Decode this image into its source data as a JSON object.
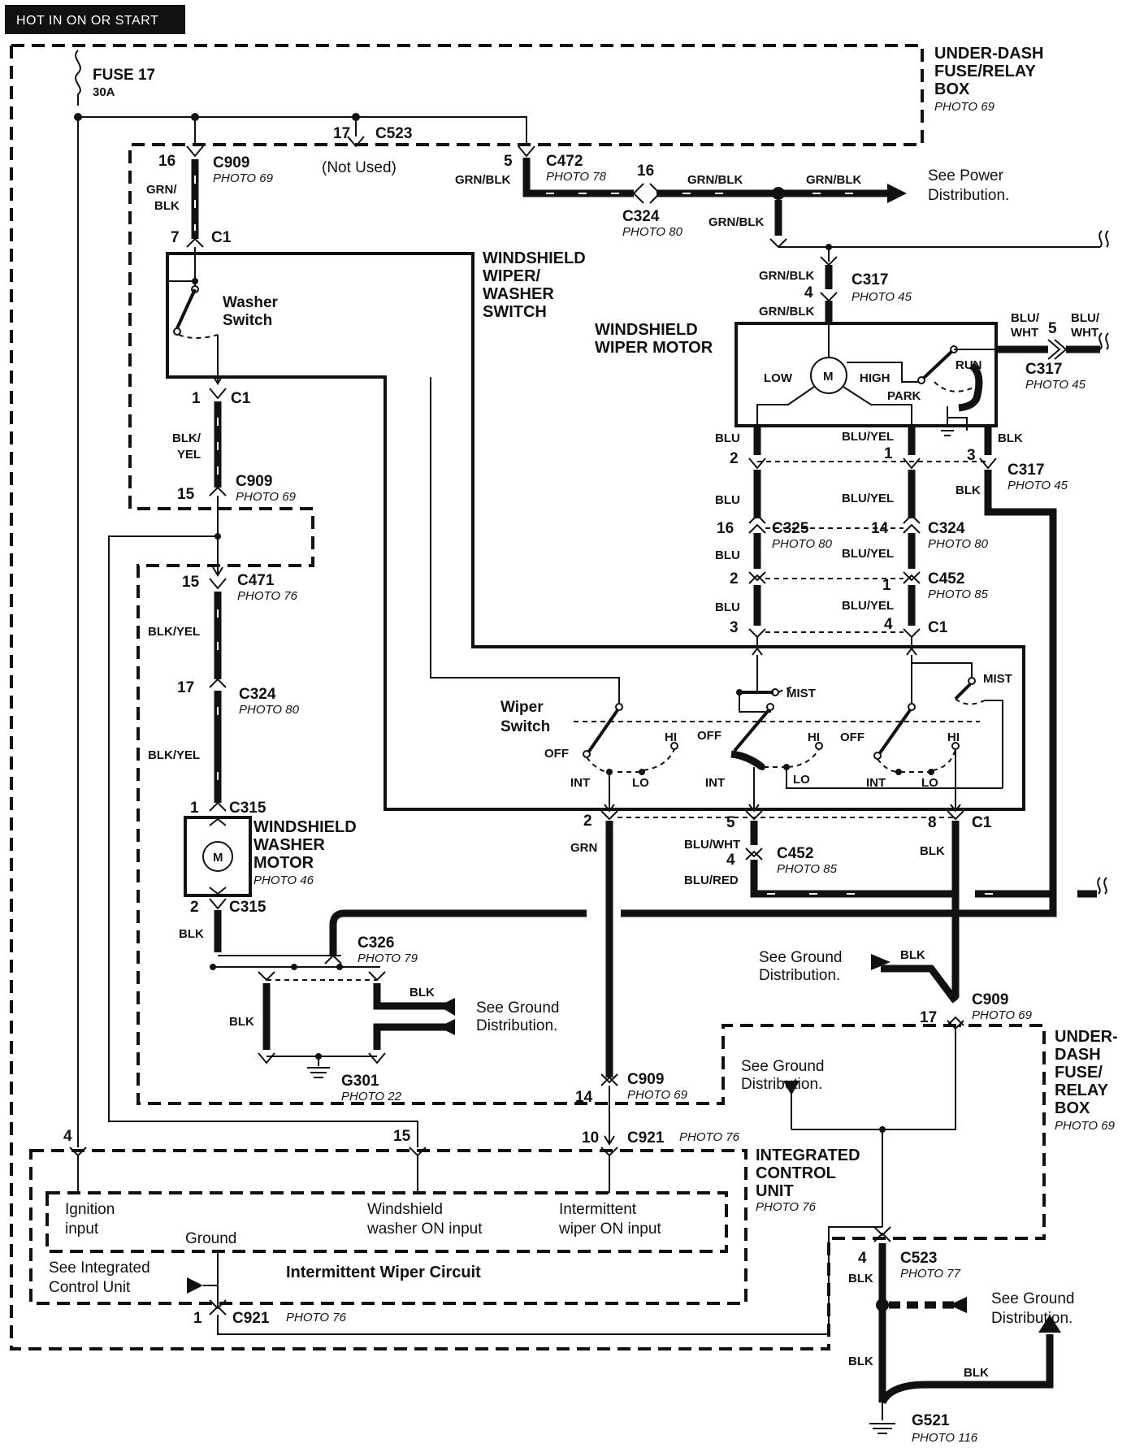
{
  "header": {
    "text": "HOT IN ON OR START"
  },
  "fuse": {
    "name": "FUSE 17",
    "rating": "30A"
  },
  "boxes": {
    "underdash_top": [
      "UNDER-DASH",
      "FUSE/RELAY",
      "BOX"
    ],
    "underdash_top_photo": "PHOTO 69",
    "underdash_right": [
      "UNDER-",
      "DASH",
      "FUSE/",
      "RELAY",
      "BOX"
    ],
    "underdash_right_photo": "PHOTO 69",
    "wiper_switch_title": [
      "WINDSHIELD",
      "WIPER/",
      "WASHER",
      "SWITCH"
    ],
    "washer_switch": [
      "Washer",
      "Switch"
    ],
    "wiper_switch": [
      "Wiper",
      "Switch"
    ],
    "wiper_motor": [
      "WINDSHIELD",
      "WIPER MOTOR"
    ],
    "washer_motor": [
      "WINDSHIELD",
      "WASHER",
      "MOTOR"
    ],
    "washer_motor_photo": "PHOTO 46",
    "icu": [
      "INTEGRATED",
      "CONTROL",
      "UNIT"
    ],
    "icu_photo": "PHOTO 76",
    "intermittent": "Intermittent Wiper Circuit"
  },
  "icu_inputs": {
    "ignition": [
      "Ignition",
      "input"
    ],
    "washer": [
      "Windshield",
      "washer ON input"
    ],
    "intermittent": [
      "Intermittent",
      "wiper ON  input"
    ],
    "ground": "Ground",
    "see_icu": [
      "See Integrated",
      "Control Unit"
    ]
  },
  "connectors": {
    "c909_top": "C909",
    "c909_top_photo": "PHOTO 69",
    "c909_top_pin": "16",
    "c523_top": "C523",
    "c523_top_pin": "17",
    "not_used": "(Not Used)",
    "c472": "C472",
    "c472_photo": "PHOTO 78",
    "c472_pin": "5",
    "c324_top": "C324",
    "c324_top_photo": "PHOTO 80",
    "c324_top_pin": "16",
    "c1_a": "C1",
    "c1_a_pin": "7",
    "c1_b": "C1",
    "c1_b_pin": "1",
    "c909_mid": "C909",
    "c909_mid_photo": "PHOTO 69",
    "c909_mid_pin": "15",
    "c471": "C471",
    "c471_photo": "PHOTO 76",
    "c471_pin": "15",
    "c324_left": "C324",
    "c324_left_photo": "PHOTO 80",
    "c324_left_pin": "17",
    "c315_a": "C315",
    "c315_a_pin": "1",
    "c315_b": "C315",
    "c315_b_pin": "2",
    "c326": "C326",
    "c326_photo": "PHOTO 79",
    "g301": "G301",
    "g301_photo": "PHOTO 22",
    "c317_a": "C317",
    "c317_a_photo": "PHOTO 45",
    "c317_a_pin": "4",
    "c317_b": "C317",
    "c317_b_photo": "PHOTO 45",
    "c317_b_pin": "5",
    "c317_c": "C317",
    "c317_c_photo": "PHOTO 45",
    "c317_pins": [
      "2",
      "1",
      "3"
    ],
    "c325": "C325",
    "c325_photo": "PHOTO 80",
    "c325_pin": "16",
    "c324_r": "C324",
    "c324_r_photo": "PHOTO 80",
    "c324_r_pin": "14",
    "c452_a": "C452",
    "c452_a_photo": "PHOTO 85",
    "c452_a_pins": [
      "2",
      "1"
    ],
    "c1_c": "C1",
    "c1_c_pins": [
      "3",
      "4"
    ],
    "c1_d": "C1",
    "c1_d_pins": [
      "2",
      "5",
      "8"
    ],
    "c452_b": "C452",
    "c452_b_photo": "PHOTO 85",
    "c452_b_pin": "4",
    "c909_bot": "C909",
    "c909_bot_photo": "PHOTO 69",
    "c909_bot_pin": "14",
    "c921_top": "C921",
    "c921_top_photo": "PHOTO 76",
    "c921_top_pin": "10",
    "c909_right": "C909",
    "c909_right_photo": "PHOTO 69",
    "c909_right_pin": "17",
    "c921_bot": "C921",
    "c921_bot_photo": "PHOTO 76",
    "c921_bot_pin": "1",
    "icu_pins": [
      "4",
      "15"
    ],
    "c523_bot": "C523",
    "c523_bot_photo": "PHOTO 77",
    "c523_bot_pin": "4",
    "g521": "G521",
    "g521_photo": "PHOTO 116"
  },
  "wires": {
    "grn_blk": "GRN/BLK",
    "grn_blk_split": [
      "GRN/",
      "BLK"
    ],
    "blk_yel": "BLK/YEL",
    "blk_yel_split": [
      "BLK/",
      "YEL"
    ],
    "blu": "BLU",
    "blu_yel": "BLU/YEL",
    "blu_wht": "BLU/WHT",
    "blu_wht_split": [
      "BLU/",
      "WHT"
    ],
    "blu_red": "BLU/RED",
    "blk": "BLK",
    "grn": "GRN"
  },
  "refs": {
    "see_power": [
      "See Power",
      "Distribution."
    ],
    "see_ground": [
      "See Ground",
      "Distribution."
    ]
  },
  "motor": {
    "low": "LOW",
    "high": "HIGH",
    "park": "PARK",
    "run": "RUN",
    "m": "M"
  },
  "switch": {
    "off": "OFF",
    "int": "INT",
    "lo": "LO",
    "hi": "HI",
    "mist": "MIST"
  }
}
